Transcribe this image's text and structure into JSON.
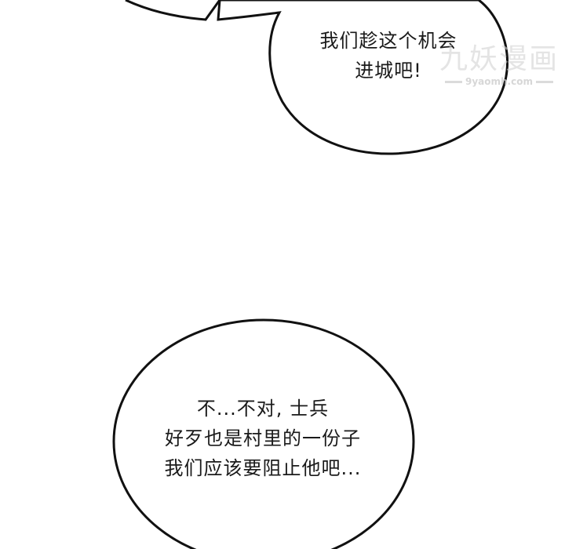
{
  "panel": {
    "background": "#ffffff",
    "outline_color": "#111111"
  },
  "bubbles": [
    {
      "id": "top-right",
      "lines": [
        "我们趁这个机会",
        "进城吧!"
      ]
    },
    {
      "id": "bottom",
      "lines": [
        "不...不对, 士兵",
        "好歹也是村里的一份子",
        "我们应该要阻止他吧..."
      ]
    }
  ],
  "watermark": {
    "title": "九妖漫画",
    "url": "9yaomh.com"
  }
}
